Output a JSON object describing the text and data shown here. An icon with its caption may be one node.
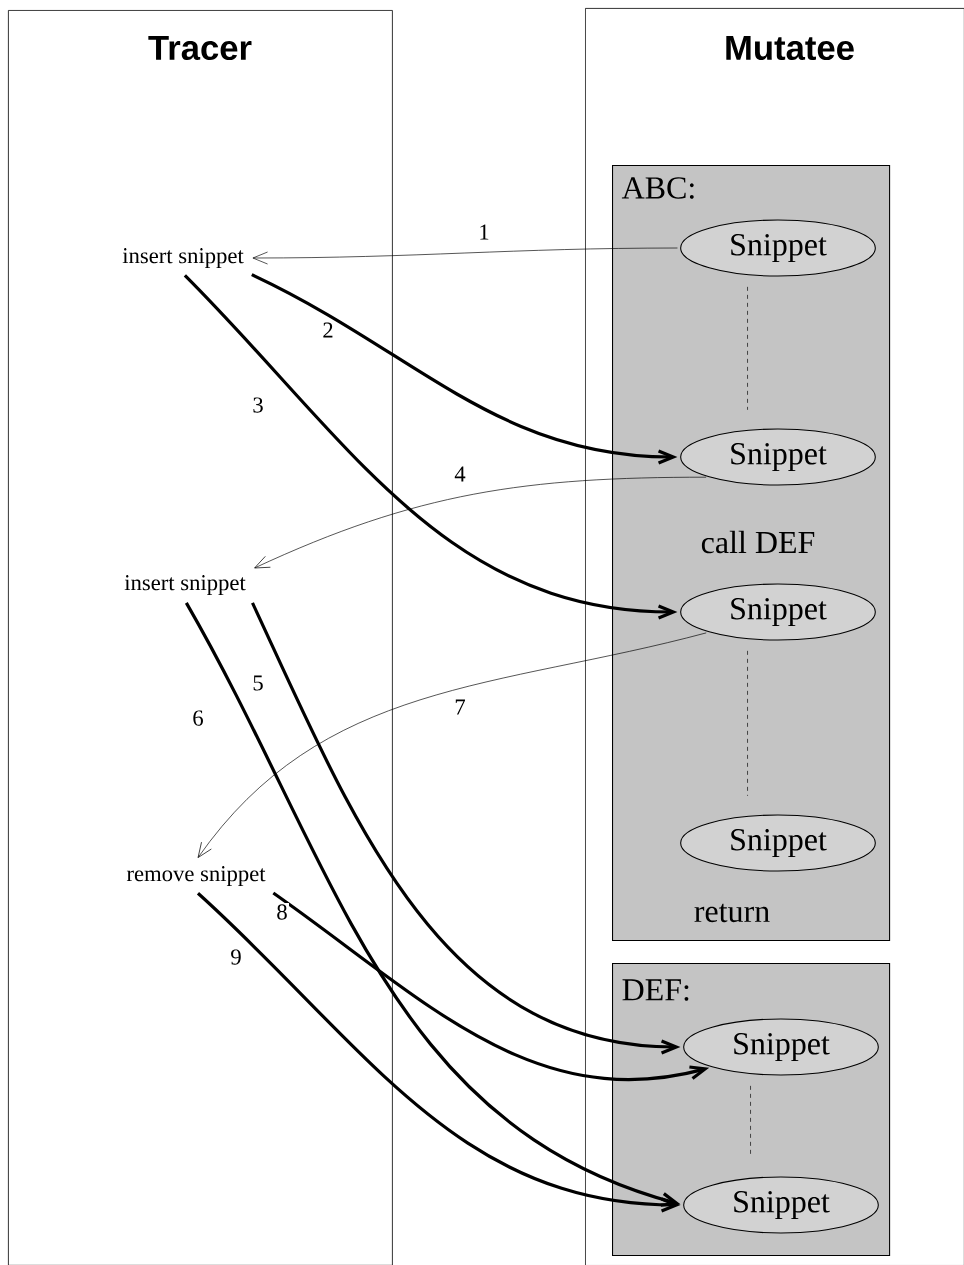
{
  "diagram": {
    "nodes": [
      {
        "text": [
          "Tracer"
        ]
      },
      {
        "text": [
          "insert snippet"
        ],
        "in": 0
      },
      {
        "text": [
          "insert snippet"
        ],
        "in": 0
      },
      {
        "text": [
          "remove snippet"
        ],
        "in": 0
      },
      {
        "text": [
          "Mutatee"
        ]
      },
      {
        "text": [
          "ABC:",
          "call DEF",
          "return"
        ],
        "in": 4
      },
      {
        "text": [
          "Snippet"
        ],
        "in": 5
      },
      {
        "text": [
          "Snippet"
        ],
        "in": 5
      },
      {
        "text": [
          "Snippet"
        ],
        "in": 5
      },
      {
        "text": [
          "Snippet"
        ],
        "in": 5
      },
      {
        "text": [
          "DEF:"
        ],
        "in": 4
      },
      {
        "text": [
          "Snippet"
        ],
        "in": 10
      },
      {
        "text": [
          "Snippet"
        ],
        "in": 10
      }
    ],
    "edges": [
      {
        "from": 6,
        "to": 1,
        "arrow": "to",
        "label": "1"
      },
      {
        "from": 1,
        "to": 7,
        "arrow": "to",
        "label": "2",
        "style": "thick"
      },
      {
        "from": 1,
        "to": 8,
        "arrow": "to",
        "label": "3",
        "style": "thick"
      },
      {
        "from": 7,
        "to": 2,
        "arrow": "to",
        "label": "4"
      },
      {
        "from": 2,
        "to": 11,
        "arrow": "to",
        "label": "5",
        "style": "thick"
      },
      {
        "from": 2,
        "to": 12,
        "arrow": "to",
        "label": "6",
        "style": "thick"
      },
      {
        "from": 8,
        "to": 3,
        "arrow": "to",
        "label": "7"
      },
      {
        "from": 3,
        "to": 11,
        "arrow": "to",
        "label": "8",
        "style": "thick"
      },
      {
        "from": 3,
        "to": 12,
        "arrow": "to",
        "label": "9",
        "style": "thick"
      },
      {
        "from": 6,
        "to": 7,
        "arrow": "none",
        "style": "dashed"
      },
      {
        "from": 8,
        "to": 9,
        "arrow": "none",
        "style": "dashed"
      },
      {
        "from": 11,
        "to": 12,
        "arrow": "none",
        "style": "dashed"
      }
    ]
  }
}
